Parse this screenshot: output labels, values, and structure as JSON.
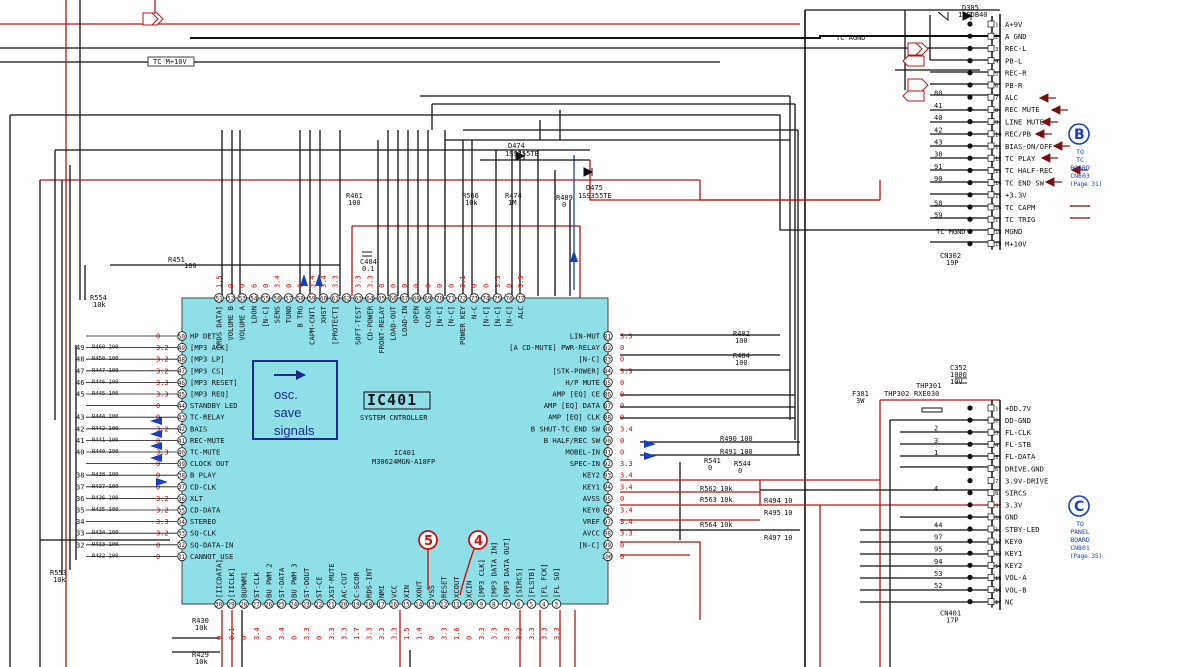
{
  "ic": {
    "name": "IC401",
    "subtitle": "SYSTEM CNTROLLER",
    "ref": "IC401",
    "part": "M30624MGN-A18FP"
  },
  "annotation": {
    "text_lines": [
      "osc.",
      "save",
      "signals"
    ]
  },
  "callouts": [
    {
      "id": "5",
      "label": "5"
    },
    {
      "id": "4",
      "label": "4"
    }
  ],
  "left_pins": [
    {
      "num": "50",
      "label": "HP DET",
      "volt": "0",
      "net": ""
    },
    {
      "num": "49",
      "label": "[MP3 ACK]",
      "volt": "3.2",
      "net": "49",
      "res": "R460 100"
    },
    {
      "num": "48",
      "label": "[MP3 LP]",
      "volt": "3.2",
      "net": "48",
      "res": "R450 100"
    },
    {
      "num": "47",
      "label": "[MP3 CS]",
      "volt": "3.2",
      "net": "47",
      "res": "R447 100"
    },
    {
      "num": "46",
      "label": "[MP3 RESET]",
      "volt": "3.3",
      "net": "46",
      "res": "R446 100"
    },
    {
      "num": "45",
      "label": "[MP3 REQ]",
      "volt": "3.3",
      "net": "45",
      "res": "R445 100"
    },
    {
      "num": "44",
      "label": "STANDBY LED",
      "volt": "0",
      "net": "",
      "res": ""
    },
    {
      "num": "43",
      "label": "TC-RELAY",
      "volt": "0",
      "net": "43",
      "res": "R444 100"
    },
    {
      "num": "42",
      "label": "BAIS",
      "volt": "3.2",
      "net": "42",
      "res": "R442 100"
    },
    {
      "num": "41",
      "label": "REC-MUTE",
      "volt": "0",
      "net": "41",
      "res": "R441 100"
    },
    {
      "num": "40",
      "label": "TC-MUTE",
      "volt": "3.3",
      "net": "40",
      "res": "R440 100"
    },
    {
      "num": "39",
      "label": "CLOCK OUT",
      "volt": "0",
      "net": "",
      "res": ""
    },
    {
      "num": "38",
      "label": "B PLAY",
      "volt": "0",
      "net": "38",
      "res": "R438 100"
    },
    {
      "num": "37",
      "label": "CD-CLK",
      "volt": "0",
      "net": "37",
      "res": "R437 100"
    },
    {
      "num": "36",
      "label": "XLT",
      "volt": "3.2",
      "net": "36",
      "res": "R436 100"
    },
    {
      "num": "35",
      "label": "CD-DATA",
      "volt": "3.2",
      "net": "35",
      "res": "R435 100"
    },
    {
      "num": "34",
      "label": "STEREO",
      "volt": "3.3",
      "net": "34",
      "res": ""
    },
    {
      "num": "33",
      "label": "SQ-CLK",
      "volt": "3.2",
      "net": "33",
      "res": "R434 100"
    },
    {
      "num": "32",
      "label": "SQ-DATA-IN",
      "volt": "0",
      "net": "32",
      "res": "R433 100"
    },
    {
      "num": "31",
      "label": "CANNOT USE",
      "volt": "0",
      "net": "",
      "res": "R432 100"
    }
  ],
  "right_pins": [
    {
      "num": "81",
      "label": "LIN-MUT",
      "volt": "3.3"
    },
    {
      "num": "82",
      "label": "[A CD-MUTE] PWR-RELAY",
      "volt": "0"
    },
    {
      "num": "83",
      "label": "[N-C]",
      "volt": "0"
    },
    {
      "num": "84",
      "label": "[STK-POWER]",
      "volt": "3.3"
    },
    {
      "num": "85",
      "label": "H/P MUTE",
      "volt": "0"
    },
    {
      "num": "86",
      "label": "AMP [EQ] CE",
      "volt": "0"
    },
    {
      "num": "87",
      "label": "AMP [EQ] DATA",
      "volt": "0"
    },
    {
      "num": "88",
      "label": "AMP [EQ] CLK",
      "volt": "0"
    },
    {
      "num": "89",
      "label": "B SHUT-TC END SW",
      "volt": "3.4"
    },
    {
      "num": "90",
      "label": "B HALF/REC SW",
      "volt": "0"
    },
    {
      "num": "91",
      "label": "MOBEL-IN",
      "volt": "0"
    },
    {
      "num": "92",
      "label": "SPEC-IN",
      "volt": "3.3"
    },
    {
      "num": "93",
      "label": "KEY2",
      "volt": "3.4"
    },
    {
      "num": "94",
      "label": "KEY1",
      "volt": "3.4"
    },
    {
      "num": "95",
      "label": "AVSS",
      "volt": "0"
    },
    {
      "num": "96",
      "label": "KEY0",
      "volt": "3.4"
    },
    {
      "num": "97",
      "label": "VREF",
      "volt": "3.4"
    },
    {
      "num": "98",
      "label": "AVCC",
      "volt": "3.3"
    },
    {
      "num": "99",
      "label": "[N-C]",
      "volt": "0"
    },
    {
      "num": "100",
      "label": "",
      "volt": "0"
    }
  ],
  "top_pins": [
    {
      "num": "51",
      "label": "[RDS DATA]",
      "volt": "1.5"
    },
    {
      "num": "52",
      "label": "VOLUME B",
      "volt": "0"
    },
    {
      "num": "53",
      "label": "VOLUME A",
      "volt": "0"
    },
    {
      "num": "54",
      "label": "LDON",
      "volt": "6"
    },
    {
      "num": "55",
      "label": "[N-C]",
      "volt": "0"
    },
    {
      "num": "56",
      "label": "SENS",
      "volt": "3.4"
    },
    {
      "num": "57",
      "label": "TUNO",
      "volt": "0"
    },
    {
      "num": "58",
      "label": "B TRG",
      "volt": "0"
    },
    {
      "num": "59",
      "label": "CAPM-CNTl",
      "volt": "3.4"
    },
    {
      "num": "60",
      "label": "XHST",
      "volt": "3.4"
    },
    {
      "num": "61",
      "label": "[PROTECT]",
      "volt": "3.3"
    },
    {
      "num": "62",
      "label": "",
      "volt": ""
    },
    {
      "num": "63",
      "label": "SOFT-TEST",
      "volt": "3.3"
    },
    {
      "num": "64",
      "label": "CD-POWER",
      "volt": "3.3"
    },
    {
      "num": "65",
      "label": "FRONT-RELAY",
      "volt": "0"
    },
    {
      "num": "66",
      "label": "LOAD-OUT",
      "volt": "0"
    },
    {
      "num": "67",
      "label": "LOAD-IN",
      "volt": "0"
    },
    {
      "num": "68",
      "label": "OPEN",
      "volt": "0"
    },
    {
      "num": "69",
      "label": "CLOSE",
      "volt": "0"
    },
    {
      "num": "70",
      "label": "[N-C]",
      "volt": "0"
    },
    {
      "num": "71",
      "label": "[N-C]",
      "volt": "0"
    },
    {
      "num": "72",
      "label": "POWER KEY",
      "volt": "3.1"
    },
    {
      "num": "73",
      "label": "N-C",
      "volt": "0"
    },
    {
      "num": "74",
      "label": "[N-C]",
      "volt": "0"
    },
    {
      "num": "75",
      "label": "[N-C]",
      "volt": "3.3"
    },
    {
      "num": "76",
      "label": "[N-C]",
      "volt": "0"
    },
    {
      "num": "77",
      "label": "ALC",
      "volt": "3.5"
    }
  ],
  "bottom_pins": [
    {
      "num": "30",
      "label": "[IICDATA]",
      "volt": "0"
    },
    {
      "num": "29",
      "label": "[IICLK]",
      "volt": "0.1"
    },
    {
      "num": "28",
      "label": "BUPWM1",
      "volt": "0"
    },
    {
      "num": "27",
      "label": "ST-CLK",
      "volt": "3.4"
    },
    {
      "num": "26",
      "label": "BU PWM 2",
      "volt": "0"
    },
    {
      "num": "25",
      "label": "ST-DATA",
      "volt": "3.4"
    },
    {
      "num": "24",
      "label": "BU PWM 3",
      "volt": "0"
    },
    {
      "num": "23",
      "label": "ST-DOUT",
      "volt": "3.3"
    },
    {
      "num": "22",
      "label": "ST-CE",
      "volt": "0"
    },
    {
      "num": "21",
      "label": "XST-MUTE",
      "volt": "3.3"
    },
    {
      "num": "20",
      "label": "AC-CUT",
      "volt": "3.3"
    },
    {
      "num": "19",
      "label": "C-SCOR",
      "volt": "1.7"
    },
    {
      "num": "18",
      "label": "RDS-INT",
      "volt": "3.3"
    },
    {
      "num": "17",
      "label": "NMI",
      "volt": "3.3"
    },
    {
      "num": "16",
      "label": "VCC",
      "volt": "3.3"
    },
    {
      "num": "15",
      "label": "XIN",
      "volt": "1.5"
    },
    {
      "num": "14",
      "label": "XOUT",
      "volt": "1.4"
    },
    {
      "num": "13",
      "label": "VSS",
      "volt": "0"
    },
    {
      "num": "12",
      "label": "RESET",
      "volt": "3.3"
    },
    {
      "num": "11",
      "label": "XCOUT",
      "volt": "1.6"
    },
    {
      "num": "10",
      "label": "XCIN",
      "volt": "0"
    },
    {
      "num": "9",
      "label": "[MP3 CLK]",
      "volt": "3.3"
    },
    {
      "num": "8",
      "label": "[MP3 DATA IN]",
      "volt": "3.3"
    },
    {
      "num": "7",
      "label": "[MP3 DATA OUT]",
      "volt": "3.3"
    },
    {
      "num": "6",
      "label": "[SIRCS]",
      "volt": "3.2"
    },
    {
      "num": "5",
      "label": "[FLSTB]",
      "volt": "3.3"
    },
    {
      "num": "4",
      "label": "[FL FCK]",
      "volt": "3.3"
    },
    {
      "num": "3",
      "label": "[FL SO]",
      "volt": "3.3"
    }
  ],
  "connector_b": {
    "ref": "CN302",
    "pins_label": "19P",
    "signals": [
      "A+9V",
      "A GND",
      "REC-L",
      "PB-L",
      "REC-R",
      "PB-R",
      "ALC",
      "REC MUTE",
      "LINE MUTE",
      "REC/PB",
      "BIAS-ON/OFF",
      "TC PLAY",
      "TC HALF-REC",
      "TC END SW",
      "+3.3V",
      "TC CAPM",
      "TC TRIG",
      "MGND",
      "M+10V"
    ],
    "nets": [
      "",
      "",
      "",
      "",
      "",
      "",
      "80",
      "41",
      "40",
      "42",
      "43",
      "38",
      "91",
      "90",
      "",
      "58",
      "59",
      "",
      ""
    ],
    "badge": "B",
    "to_lines": [
      "TO",
      "TC",
      "BOARD",
      "CN603"
    ],
    "page": "(Page 31)"
  },
  "connector_c": {
    "ref": "CN401",
    "pins_label": "17P",
    "signals": [
      "+DD.7V",
      "DD-GND",
      "FL-CLK",
      "FL-STB",
      "FL-DATA",
      "DRIVE.GND",
      "3.9V-DRIVE",
      "SIRCS",
      "3.3V",
      "GND",
      "STBY-LED",
      "KEY0",
      "KEY1",
      "KEY2",
      "VOL-A",
      "VOL-B",
      "NC"
    ],
    "nets": [
      "",
      "",
      "2",
      "3",
      "1",
      "",
      "",
      "4",
      "",
      "",
      "44",
      "97",
      "95",
      "94",
      "53",
      "52",
      ""
    ],
    "badge": "C",
    "to_lines": [
      "TO",
      "PANEL",
      "BOARD",
      "CN801"
    ],
    "page": "(Page 35)"
  },
  "labels": {
    "tc_m10v": "TC M+10V",
    "tc_agnd": "TC AGND",
    "tc_mgnd": "TC MGND",
    "d305": "D305",
    "d305b": "10EDB40",
    "d474": "D474",
    "d474b": "1SS355TE",
    "d475": "D475",
    "d475b": "1SS355TE",
    "c352": "C352",
    "c352b": "1000",
    "c352c": "10V",
    "c404": "C404",
    "c404b": "0.1",
    "f301": "F301",
    "f301b": "3W",
    "thp302": "THP302",
    "thp301": "THP301",
    "thp301b": "RXE030",
    "r474": "R474",
    "r474b": "1M",
    "r451": "R451",
    "r451b": "100",
    "r554": "R554",
    "r554b": "10k",
    "r553": "R553",
    "r553b": "10k",
    "r482": "R482",
    "r482b": "100",
    "r484": "R484",
    "r484b": "100",
    "r490": "R490",
    "r490b": "100",
    "r491": "R491",
    "r491b": "100",
    "r541": "R541",
    "r541b": "0",
    "r544": "R544",
    "r544b": "0",
    "r562": "R562",
    "r562b": "10k",
    "r563": "R563",
    "r563b": "10k",
    "r564": "R564",
    "r564b": "10k",
    "r494": "R494",
    "r494b": "10",
    "r495": "R495",
    "r495b": "10",
    "r497": "R497",
    "r497b": "10",
    "r430": "R430",
    "r430b": "10k",
    "r429": "R429",
    "r429b": "10k",
    "r461": "R461",
    "r461b": "100",
    "r566": "R566",
    "r566b": "10k",
    "r489": "R489",
    "r489b": "0"
  },
  "colors": {
    "wire_red": "#b01818",
    "wire_black": "#111111",
    "ic_fill": "#8fe0e6",
    "badge_blue": "#1a3ec0",
    "callout_red": "#d01010"
  }
}
